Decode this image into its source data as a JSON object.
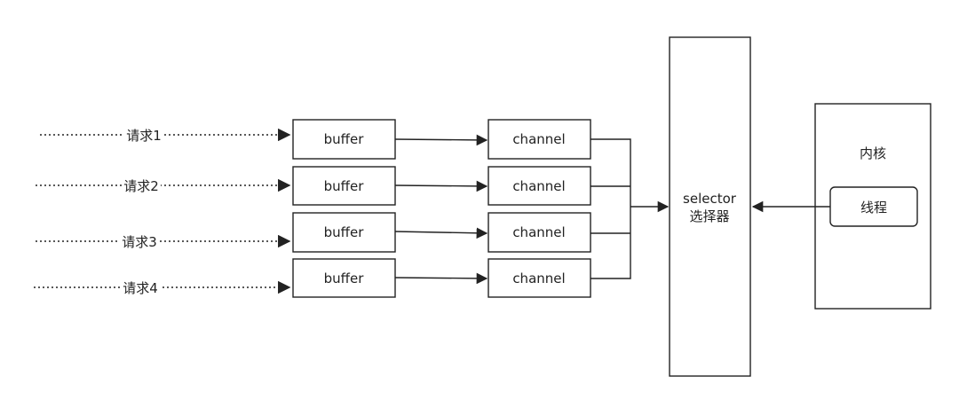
{
  "requests": [
    {
      "label": "请求1"
    },
    {
      "label": "请求2"
    },
    {
      "label": "请求3"
    },
    {
      "label": "请求4"
    }
  ],
  "buffers": [
    {
      "label": "buffer"
    },
    {
      "label": "buffer"
    },
    {
      "label": "buffer"
    },
    {
      "label": "buffer"
    }
  ],
  "channels": [
    {
      "label": "channel"
    },
    {
      "label": "channel"
    },
    {
      "label": "channel"
    },
    {
      "label": "channel"
    }
  ],
  "selector": {
    "line1": "selector",
    "line2": "选择器"
  },
  "kernel": {
    "title": "内核",
    "thread_label": "线程"
  }
}
